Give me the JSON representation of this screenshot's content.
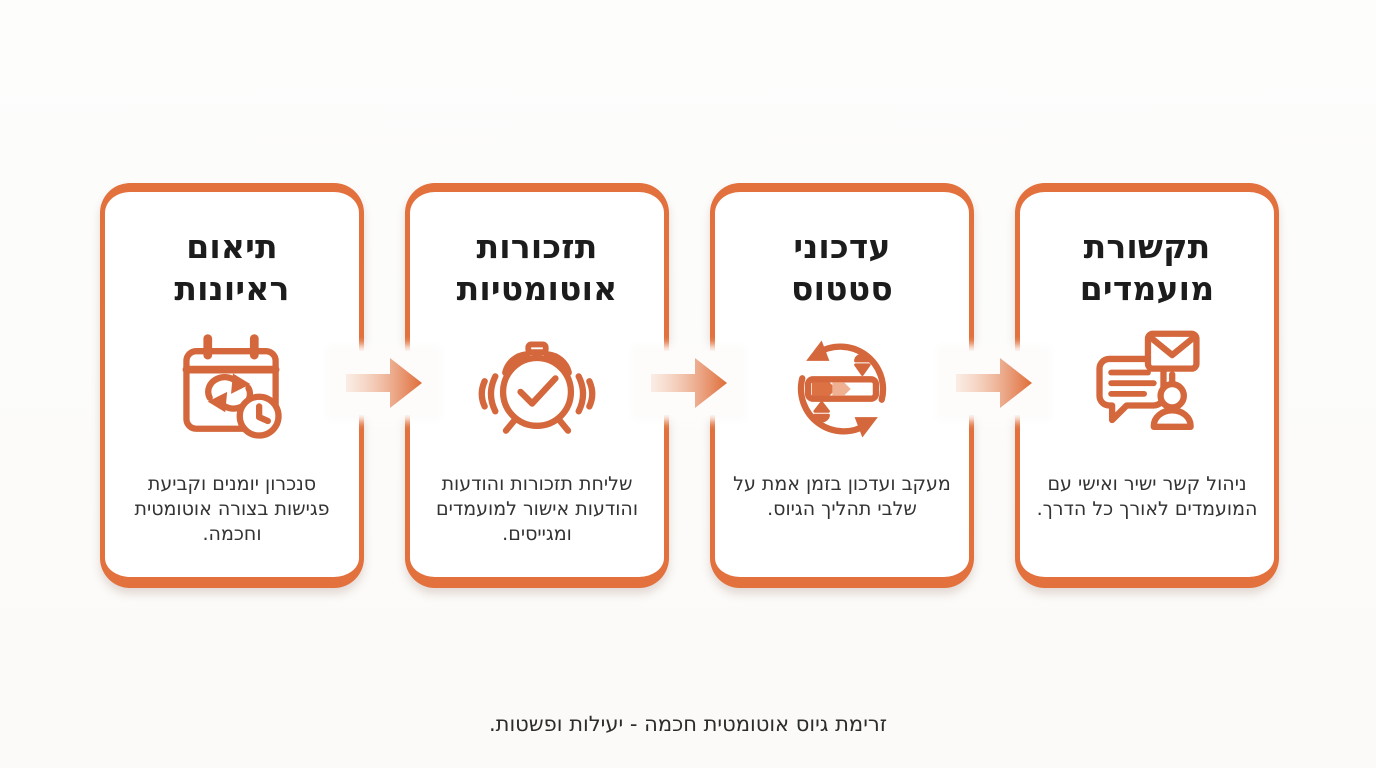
{
  "page": {
    "caption": "זרימת גיוס אוטומטית חכמה - יעילות ופשטות."
  },
  "colors": {
    "card_border": "#e2713d",
    "icon_stroke": "#d4673c",
    "arrow_gradient_start": "#f8e1d3",
    "arrow_gradient_end": "#df6c38",
    "title_text": "#1c1c1c",
    "body_text": "#333333",
    "background": "#fdfcfb"
  },
  "cards": [
    {
      "icon": "calendar-sync-icon",
      "title_lines": [
        "תיאום",
        "ראיונות"
      ],
      "description": "סנכרון יומנים וקביעת פגישות בצורה אוטומטית וחכמה."
    },
    {
      "icon": "alarm-clock-icon",
      "title_lines": [
        "תזכורות",
        "אוטומטיות"
      ],
      "description": "שליחת תזכורות והודעות והודעות אישור למועמדים ומגייסים."
    },
    {
      "icon": "status-progress-icon",
      "title_lines": [
        "עדכוני",
        "סטטוס"
      ],
      "description": "מעקב ועדכון בזמן אמת על שלבי תהליך הגיוס."
    },
    {
      "icon": "chat-mail-person-icon",
      "title_lines": [
        "תקשורת",
        "מועמדים"
      ],
      "description": "ניהול קשר ישיר ואישי עם המועמדים לאורך כל הדרך."
    }
  ],
  "arrows": [
    {
      "icon": "flow-arrow-icon",
      "direction": "right"
    },
    {
      "icon": "flow-arrow-icon",
      "direction": "right"
    },
    {
      "icon": "flow-arrow-icon",
      "direction": "right"
    }
  ]
}
